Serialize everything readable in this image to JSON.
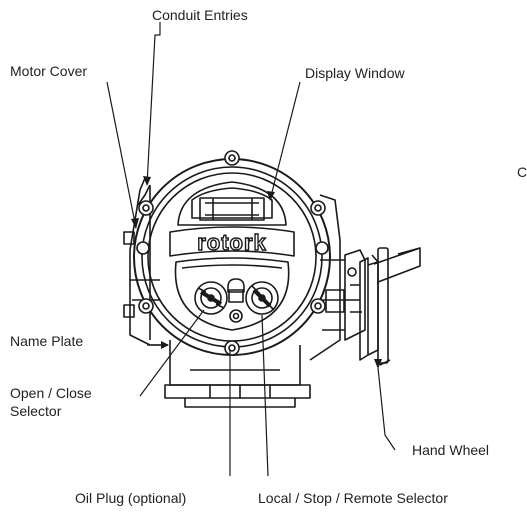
{
  "labels": {
    "conduit_entries": "Conduit Entries",
    "motor_cover": "Motor Cover",
    "display_window": "Display Window",
    "name_plate": "Name Plate",
    "open_close_selector_line1": "Open / Close",
    "open_close_selector_line2": "Selector",
    "hand_wheel": "Hand Wheel",
    "oil_plug": "Oil Plug (optional)",
    "local_stop_remote": "Local / Stop / Remote Selector",
    "cropped_edge_char": "C"
  },
  "brand": {
    "logo_text": "rotork"
  }
}
